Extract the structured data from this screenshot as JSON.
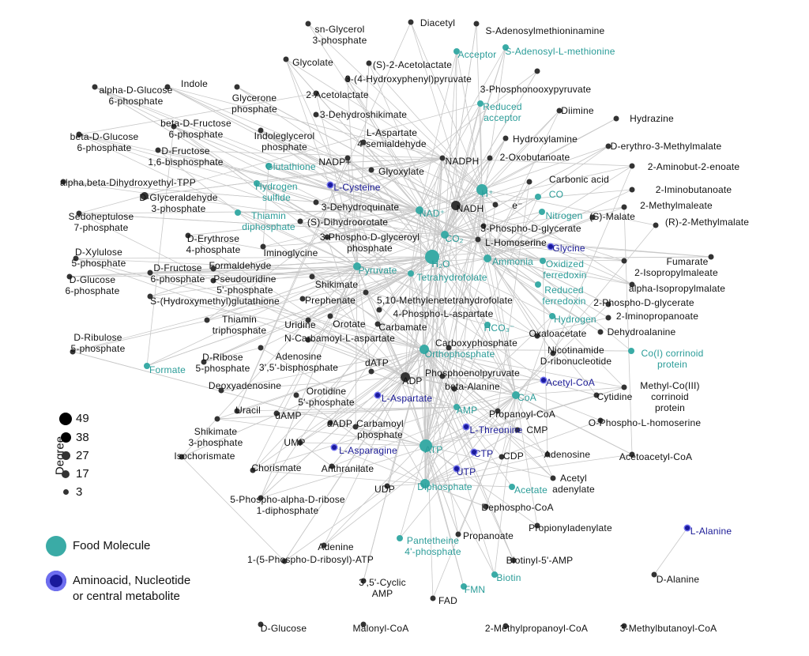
{
  "legend": {
    "degree_title": "Degree",
    "degree_values": [
      "49",
      "38",
      "27",
      "17",
      "3"
    ],
    "food_molecule": "Food Molecule",
    "central_metabolite": "Aminoacid, Nucleotide\nor central metabolite"
  },
  "colors": {
    "black_node": "#333333",
    "food_node": "#3aaba6",
    "central_node": "#1a1a9c",
    "central_ring": "#6e6ef0",
    "edge": "#c8c8c8"
  },
  "nodes": [
    {
      "label": "Diacetyl",
      "type": "black"
    },
    {
      "label": "S-Adenosylmethioninamine",
      "type": "black"
    },
    {
      "label": "Acceptor",
      "type": "teal"
    },
    {
      "label": "S-Adenosyl-L-methionine",
      "type": "teal"
    },
    {
      "label": "sn-Glycerol\n3-phosphate",
      "type": "black"
    },
    {
      "label": "(S)-2-Acetolactate",
      "type": "black"
    },
    {
      "label": "Glycolate",
      "type": "black"
    },
    {
      "label": "3-(4-Hydroxyphenyl)pyruvate",
      "type": "black"
    },
    {
      "label": "Indole",
      "type": "black"
    },
    {
      "label": "alpha-D-Glucose\n6-phosphate",
      "type": "black"
    },
    {
      "label": "3-Phosphonooxypyruvate",
      "type": "black"
    },
    {
      "label": "2-Acetolactate",
      "type": "black"
    },
    {
      "label": "Glycerone\nphosphate",
      "type": "black"
    },
    {
      "label": "Reduced\nacceptor",
      "type": "teal"
    },
    {
      "label": "Diimine",
      "type": "black"
    },
    {
      "label": "Hydrazine",
      "type": "black"
    },
    {
      "label": "3-Dehydroshikimate",
      "type": "black"
    },
    {
      "label": "beta-D-Fructose\n6-phosphate",
      "type": "black"
    },
    {
      "label": "beta-D-Glucose\n6-phosphate",
      "type": "black"
    },
    {
      "label": "L-Aspartate\n4-semialdehyde",
      "type": "black"
    },
    {
      "label": "Indoleglycerol\nphosphate",
      "type": "black"
    },
    {
      "label": "Hydroxylamine",
      "type": "black"
    },
    {
      "label": "D-erythro-3-Methylmalate",
      "type": "black"
    },
    {
      "label": "D-Fructose\n1,6-bisphosphate",
      "type": "black"
    },
    {
      "label": "NADPH",
      "type": "black"
    },
    {
      "label": "2-Oxobutanoate",
      "type": "black"
    },
    {
      "label": "NADP+",
      "type": "black"
    },
    {
      "label": "Glutathione",
      "type": "teal"
    },
    {
      "label": "2-Aminobut-2-enoate",
      "type": "black"
    },
    {
      "label": "alpha,beta-Dihydroxyethyl-TPP",
      "type": "black"
    },
    {
      "label": "Glyoxylate",
      "type": "black"
    },
    {
      "label": "Hydrogen\nsulfide",
      "type": "teal"
    },
    {
      "label": "L-Cysteine",
      "type": "blue"
    },
    {
      "label": "H⁺",
      "type": "teal"
    },
    {
      "label": "Carbonic acid",
      "type": "black"
    },
    {
      "label": "2-Iminobutanoate",
      "type": "black"
    },
    {
      "label": "D-Glyceraldehyde\n3-phosphate",
      "type": "black"
    },
    {
      "label": "NADH",
      "type": "black"
    },
    {
      "label": "NAD⁺",
      "type": "teal"
    },
    {
      "label": "e⁻",
      "type": "black"
    },
    {
      "label": "CO",
      "type": "teal"
    },
    {
      "label": "Nitrogen",
      "type": "teal"
    },
    {
      "label": "2-Methylmaleate",
      "type": "black"
    },
    {
      "label": "3-Dehydroquinate",
      "type": "black"
    },
    {
      "label": "Thiamin\ndiphosphate",
      "type": "teal"
    },
    {
      "label": "(S)-Dihydroorotate",
      "type": "black"
    },
    {
      "label": "(S)-Malate",
      "type": "black"
    },
    {
      "label": "(R)-2-Methylmalate",
      "type": "black"
    },
    {
      "label": "Sedoheptulose\n7-phosphate",
      "type": "black"
    },
    {
      "label": "CO₂",
      "type": "teal"
    },
    {
      "label": "3-Phospho-D-glycerate",
      "type": "black"
    },
    {
      "label": "3-Phospho-D-glyceroyl\nphosphate",
      "type": "black"
    },
    {
      "label": "D-Erythrose\n4-phosphate",
      "type": "black"
    },
    {
      "label": "L-Homoserine",
      "type": "black"
    },
    {
      "label": "Glycine",
      "type": "blue"
    },
    {
      "label": "H₂O",
      "type": "teal"
    },
    {
      "label": "Iminoglycine",
      "type": "black"
    },
    {
      "label": "D-Xylulose\n5-phosphate",
      "type": "black"
    },
    {
      "label": "Fumarate",
      "type": "black"
    },
    {
      "label": "Ammonia",
      "type": "teal"
    },
    {
      "label": "Oxidized\nferredoxin",
      "type": "teal"
    },
    {
      "label": "2-Isopropylmaleate",
      "type": "black"
    },
    {
      "label": "Formaldehyde",
      "type": "black"
    },
    {
      "label": "Pyruvate",
      "type": "teal"
    },
    {
      "label": "Tetrahydrofolate",
      "type": "teal"
    },
    {
      "label": "D-Fructose\n6-phosphate",
      "type": "black"
    },
    {
      "label": "alpha-Isopropylmalate",
      "type": "black"
    },
    {
      "label": "Shikimate",
      "type": "black"
    },
    {
      "label": "Pseudouridine\n5'-phosphate",
      "type": "black"
    },
    {
      "label": "D-Glucose\n6-phosphate",
      "type": "black"
    },
    {
      "label": "Reduced\nferredoxin",
      "type": "teal"
    },
    {
      "label": "2-Phospho-D-glycerate",
      "type": "black"
    },
    {
      "label": "Prephenate",
      "type": "black"
    },
    {
      "label": "5,10-Methylenetetrahydrofolate",
      "type": "black"
    },
    {
      "label": "S-(Hydroxymethyl)glutathione",
      "type": "black"
    },
    {
      "label": "4-Phospho-L-aspartate",
      "type": "black"
    },
    {
      "label": "Hydrogen",
      "type": "teal"
    },
    {
      "label": "2-Iminopropanoate",
      "type": "black"
    },
    {
      "label": "Thiamin\ntriphosphate",
      "type": "black"
    },
    {
      "label": "Uridine",
      "type": "black"
    },
    {
      "label": "Orotate",
      "type": "black"
    },
    {
      "label": "Carbamate",
      "type": "black"
    },
    {
      "label": "HCO₃⁻",
      "type": "teal"
    },
    {
      "label": "Dehydroalanine",
      "type": "black"
    },
    {
      "label": "D-Ribulose\n5-phosphate",
      "type": "black"
    },
    {
      "label": "N-Carbamoyl-L-aspartate",
      "type": "black"
    },
    {
      "label": "Oxaloacetate",
      "type": "black"
    },
    {
      "label": "Nicotinamide\nD-ribonucleotide",
      "type": "black"
    },
    {
      "label": "Adenosine\n3',5'-bisphosphate",
      "type": "black"
    },
    {
      "label": "Carboxyphosphate",
      "type": "black"
    },
    {
      "label": "Orthophosphate",
      "type": "teal"
    },
    {
      "label": "Co(I) corrinoid\nprotein",
      "type": "teal"
    },
    {
      "label": "D-Ribose\n5-phosphate",
      "type": "black"
    },
    {
      "label": "Formate",
      "type": "teal"
    },
    {
      "label": "dATP",
      "type": "black"
    },
    {
      "label": "ADP",
      "type": "black"
    },
    {
      "label": "Phosphoenolpyruvate",
      "type": "black"
    },
    {
      "label": "Acetyl-CoA",
      "type": "blue"
    },
    {
      "label": "Deoxyadenosine",
      "type": "black"
    },
    {
      "label": "Cytidine",
      "type": "black"
    },
    {
      "label": "Methyl-Co(III)\ncorrinoid\nprotein",
      "type": "black"
    },
    {
      "label": "beta-Alanine",
      "type": "black"
    },
    {
      "label": "CoA",
      "type": "teal"
    },
    {
      "label": "Orotidine\n5'-phosphate",
      "type": "black"
    },
    {
      "label": "L-Aspartate",
      "type": "blue"
    },
    {
      "label": "AMP",
      "type": "teal"
    },
    {
      "label": "Propanoyl-CoA",
      "type": "black"
    },
    {
      "label": "Uracil",
      "type": "black"
    },
    {
      "label": "dAMP",
      "type": "black"
    },
    {
      "label": "L-Threonine",
      "type": "blue"
    },
    {
      "label": "O-Phospho-L-homoserine",
      "type": "black"
    },
    {
      "label": "dADP",
      "type": "black"
    },
    {
      "label": "Carbamoyl\nphosphate",
      "type": "black"
    },
    {
      "label": "CMP",
      "type": "black"
    },
    {
      "label": "Shikimate\n3-phosphate",
      "type": "black"
    },
    {
      "label": "UMP",
      "type": "black"
    },
    {
      "label": "ATP",
      "type": "teal"
    },
    {
      "label": "L-Asparagine",
      "type": "blue"
    },
    {
      "label": "CTP",
      "type": "blue"
    },
    {
      "label": "CDP",
      "type": "black"
    },
    {
      "label": "Adenosine",
      "type": "black"
    },
    {
      "label": "Acetoacetyl-CoA",
      "type": "black"
    },
    {
      "label": "Isochorismate",
      "type": "black"
    },
    {
      "label": "Chorismate",
      "type": "black"
    },
    {
      "label": "Anthranilate",
      "type": "black"
    },
    {
      "label": "UTP",
      "type": "blue"
    },
    {
      "label": "Acetyl\nadenylate",
      "type": "black"
    },
    {
      "label": "Diphosphate",
      "type": "teal"
    },
    {
      "label": "Acetate",
      "type": "teal"
    },
    {
      "label": "UDP",
      "type": "black"
    },
    {
      "label": "5-Phospho-alpha-D-ribose\n1-diphosphate",
      "type": "black"
    },
    {
      "label": "Dephospho-CoA",
      "type": "black"
    },
    {
      "label": "Propionyladenylate",
      "type": "black"
    },
    {
      "label": "Pantetheine\n4'-phosphate",
      "type": "teal"
    },
    {
      "label": "Propanoate",
      "type": "black"
    },
    {
      "label": "L-Alanine",
      "type": "blue"
    },
    {
      "label": "Adenine",
      "type": "black"
    },
    {
      "label": "1-(5-Phospho-D-ribosyl)-ATP",
      "type": "black"
    },
    {
      "label": "Biotinyl-5'-AMP",
      "type": "black"
    },
    {
      "label": "Biotin",
      "type": "teal"
    },
    {
      "label": "D-Alanine",
      "type": "black"
    },
    {
      "label": "3',5'-Cyclic\nAMP",
      "type": "black"
    },
    {
      "label": "FMN",
      "type": "teal"
    },
    {
      "label": "FAD",
      "type": "black"
    },
    {
      "label": "D-Glucose",
      "type": "black"
    },
    {
      "label": "Malonyl-CoA",
      "type": "black"
    },
    {
      "label": "2-Methylpropanoyl-CoA",
      "type": "black"
    },
    {
      "label": "3-Methylbutanoyl-CoA",
      "type": "black"
    }
  ]
}
